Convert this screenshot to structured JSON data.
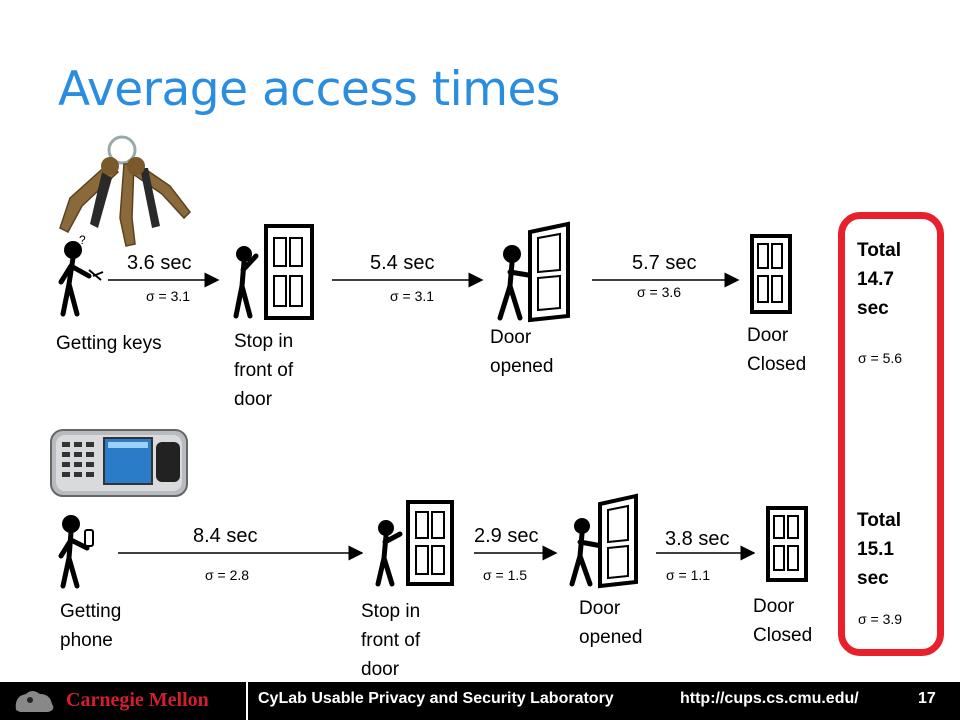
{
  "title": "Average access times",
  "keys_row": {
    "stages": [
      "Getting keys",
      "Stop in front of door",
      "Door opened",
      "Door Closed"
    ],
    "steps": [
      {
        "time": "3.6 sec",
        "sigma": "σ = 3.1"
      },
      {
        "time": "5.4 sec",
        "sigma": "σ = 3.1"
      },
      {
        "time": "5.7 sec",
        "sigma": "σ = 3.6"
      }
    ],
    "total": [
      "Total",
      "14.7",
      "sec"
    ],
    "total_sigma": "σ = 5.6"
  },
  "phone_row": {
    "stages": [
      "Getting phone",
      "Stop in front of door",
      "Door opened",
      "Door Closed"
    ],
    "steps": [
      {
        "time": "8.4 sec",
        "sigma": "σ = 2.8"
      },
      {
        "time": "2.9 sec",
        "sigma": "σ = 1.5"
      },
      {
        "time": "3.8 sec",
        "sigma": "σ = 1.1"
      }
    ],
    "total": [
      "Total",
      "15.1",
      "sec"
    ],
    "total_sigma": "σ = 3.9"
  },
  "footer": {
    "logo": "Carnegie Mellon",
    "lab": "CyLab Usable Privacy and Security Laboratory",
    "url": "http://cups.cs.cmu.edu/",
    "page": "17"
  },
  "colors": {
    "title": "#2b8de0",
    "highlight": "#e8202c",
    "footer_bg": "#000000"
  }
}
